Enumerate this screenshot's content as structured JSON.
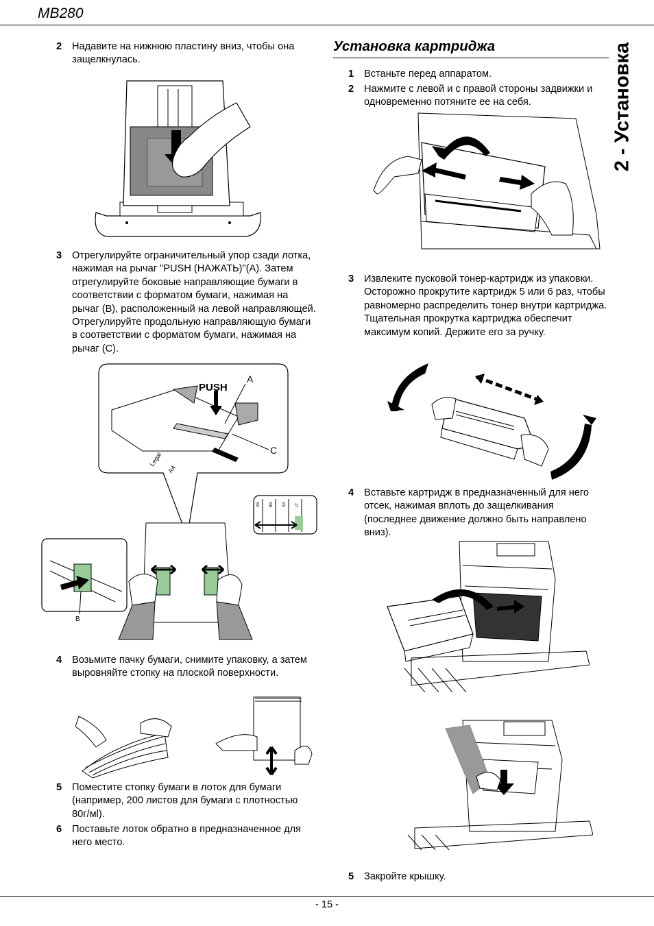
{
  "header": {
    "model": "MB280"
  },
  "side_tab": "2 - Установка",
  "section": {
    "title": "Установка картриджа"
  },
  "left_steps": [
    {
      "num": "2",
      "text": "Надавите на нижнюю пластину вниз, чтобы она защелкнулась."
    },
    {
      "num": "3",
      "text": "Отрегулируйте ограничительный упор сзади лотка, нажимая на рычаг \"PUSH (НАЖАТЬ)\"(A). Затем отрегулируйте боковые направляющие бумаги в соответствии с форматом бумаги, нажимая на рычаг (B), расположенный на левой направляющей. Отрегулируйте продольную направляющую бумаги в соответствии с форматом бумаги, нажимая на рычаг (C)."
    },
    {
      "num": "4",
      "text": "Возьмите пачку бумаги, снимите упаковку, а затем выровняйте стопку на плоской поверхности."
    },
    {
      "num": "5",
      "text": "Поместите стопку бумаги в лоток для бумаги (например, 200  листов для бумаги с плотностью 80г/мl)."
    },
    {
      "num": "6",
      "text": "Поставьте лоток обратно в предназначенное для него место."
    }
  ],
  "right_steps": [
    {
      "num": "1",
      "text": "Встаньте перед аппаратом."
    },
    {
      "num": "2",
      "text": "Нажмите с левой и с правой стороны задвижки и одновременно потяните ее на себя."
    },
    {
      "num": "3",
      "text": "Извлеките пусковой тонер-картридж из упаковки. Осторожно прокрутите картридж 5 или 6 раз, чтобы равномерно распределить тонер внутри картриджа. Тщательная прокрутка картриджа обеспечит максимум копий. Держите его за ручку."
    },
    {
      "num": "4",
      "text": "Вставьте картридж в предназначенный для него отсек, нажимая вплоть до защелкивания (последнее движение должно быть направлено вниз)."
    },
    {
      "num": "5",
      "text": "Закройте крышку."
    }
  ],
  "figure_labels": {
    "push": "PUSH",
    "a": "A",
    "b": "B",
    "c": "C",
    "legal": "Legal",
    "a4": "A4",
    "scale_marks": [
      "A5",
      "B5",
      "A4",
      "LT"
    ]
  },
  "footer": {
    "page": "- 15 -"
  }
}
